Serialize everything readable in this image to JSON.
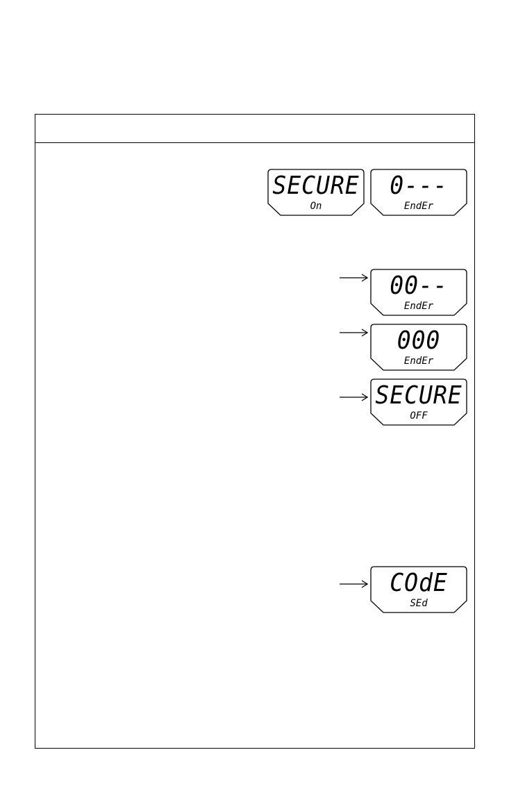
{
  "displays": {
    "secure_on": {
      "main": "SECURE",
      "sub": "On"
    },
    "enter_1": {
      "main": "0---",
      "sub": "EndEr"
    },
    "enter_2": {
      "main": "00--",
      "sub": "EndEr"
    },
    "enter_3": {
      "main": "000",
      "sub": "EndEr"
    },
    "secure_off": {
      "main": "SECURE",
      "sub": "OFF"
    },
    "code_set": {
      "main": "COdE",
      "sub": "SEd"
    }
  }
}
